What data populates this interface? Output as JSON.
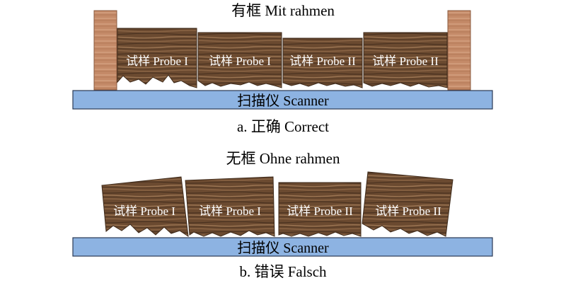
{
  "top": {
    "title": "有框 Mit rahmen",
    "scanner_label": "扫描仪 Scanner",
    "samples": [
      "试样 Probe I",
      "试样 Probe I",
      "试样 Probe II",
      "试样 Probe II"
    ],
    "caption": "a. 正确 Correct"
  },
  "bottom": {
    "title": "无框 Ohne rahmen",
    "scanner_label": "扫描仪 Scanner",
    "samples": [
      "试样 Probe I",
      "试样 Probe I",
      "试样 Probe II",
      "试样 Probe II"
    ],
    "caption": "b. 错误 Falsch"
  },
  "colors": {
    "scanner": "#8db3e2",
    "scanner_border": "#2b3a55",
    "wood_dark": "#5a3d26",
    "wood_mid": "#7a5638",
    "frame": "#c98f6e"
  }
}
